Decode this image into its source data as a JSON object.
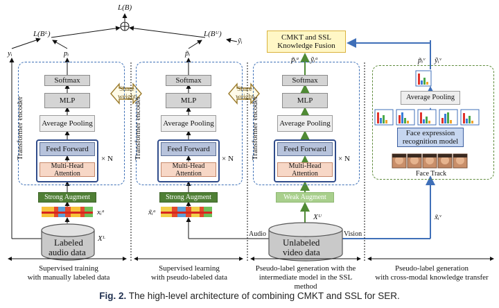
{
  "caption": {
    "figure_label": "Fig. 2.",
    "text": "The high-level architecture of combining CMKT and SSL for SER."
  },
  "loss": {
    "total": "L(B)",
    "labeled": "L(Bᴸ)",
    "unlabeled": "L(Bᵁ)"
  },
  "columns": {
    "col1": {
      "top_outputs": {
        "y": "yᵢ",
        "p": "pᵢ"
      },
      "layers": {
        "softmax": "Softmax",
        "mlp": "MLP",
        "pooling": "Average Pooling",
        "ff": "Feed Forward",
        "mha": "Multi-Head Attention"
      },
      "repeat": "× N",
      "encoder_label": "Transformer encoder",
      "augment": "Strong Augment",
      "feature": "xᵢᵃ",
      "db_line1": "Labeled",
      "db_line2": "audio data",
      "db_symbol": "Xᴸ",
      "section_line1": "Supervised training",
      "section_line2": "with manually labeled data"
    },
    "col2": {
      "top_outputs": {
        "p": "p̃ᵢ"
      },
      "layers": {
        "softmax": "Softmax",
        "mlp": "MLP",
        "pooling": "Average Pooling",
        "ff": "Feed Forward",
        "mha": "Multi-Head Attention"
      },
      "repeat": "× N",
      "encoder_label": "Transformer encoder",
      "augment": "Strong Augment",
      "feature": "x̃ᵢᵃ",
      "section_line1": "Supervised learning",
      "section_line2": "with pseudo-labeled data"
    },
    "col3": {
      "top_outputs": {
        "p": "p̃ᵢᵃ",
        "y": "ỹᵢᵃ"
      },
      "layers": {
        "softmax": "Softmax",
        "mlp": "MLP",
        "pooling": "Average Pooling",
        "ff": "Feed Forward",
        "mha": "Multi-Head Attention"
      },
      "repeat": "× N",
      "encoder_label": "Transformer encoder",
      "augment": "Weak Augment",
      "xu": "Xᵁ",
      "db_line1": "Unlabeled",
      "db_line2": "video data",
      "audio": "Audio",
      "vision": "Vision",
      "section_line1": "Pseudo-label generation with the",
      "section_line2": "intermediate model in the SSL method"
    },
    "col4": {
      "top_outputs": {
        "p": "p̃ᵢᵛ",
        "y": "ỹᵢᵛ"
      },
      "pooling": "Average Pooling",
      "fer_line1": "Face expression",
      "fer_line2": "recognition model",
      "face_track": "Face Track",
      "feature": "x̃ᵢᵛ",
      "section_line1": "Pseudo-label generation",
      "section_line2": "with cross-modal knowledge transfer"
    }
  },
  "share_weight": {
    "line1": "Share",
    "line2": "weight"
  },
  "fusion": {
    "line1": "CMKT and SSL",
    "line2": "Knowledge Fusion",
    "output": "ỹᵢ"
  },
  "colors": {
    "encoder_border": "#2f4b8a",
    "dashed_blue": "#3c6fb6",
    "dashed_green": "#5d8a3a",
    "arrow_green": "#4f8a34",
    "arrow_blue": "#3f6fb8",
    "share": "#9a7a2a"
  }
}
